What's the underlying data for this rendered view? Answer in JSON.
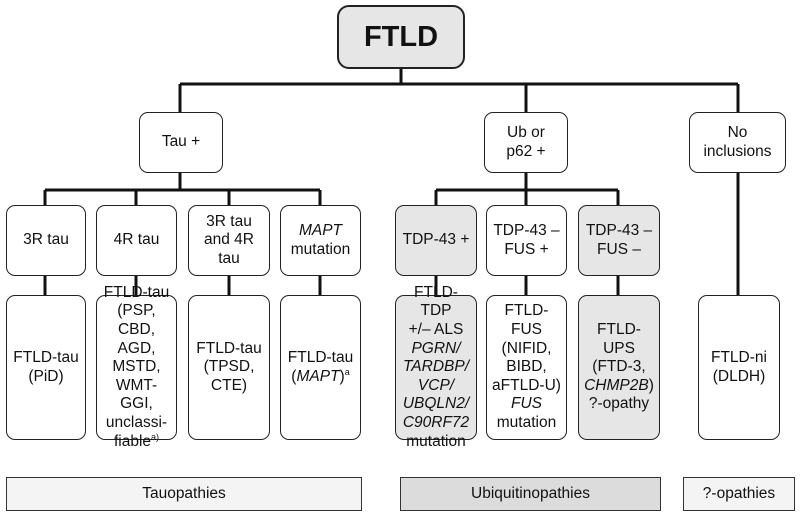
{
  "root": {
    "label": "FTLD"
  },
  "level1": {
    "tau": {
      "label": "Tau +"
    },
    "ub": {
      "lines": [
        "Ub or",
        "p62 +"
      ]
    },
    "none": {
      "lines": [
        "No",
        "inclusions"
      ]
    }
  },
  "level2": {
    "r3": {
      "label": "3R tau"
    },
    "r4": {
      "label": "4R tau"
    },
    "r34": {
      "lines": [
        "3R tau",
        "and 4R",
        "tau"
      ]
    },
    "mapt": {
      "line1": "MAPT",
      "line2": "mutation"
    },
    "tdp_pos": {
      "label": "TDP-43 +"
    },
    "fus_pos": {
      "lines": [
        "TDP-43 –",
        "FUS +"
      ]
    },
    "fus_neg": {
      "lines": [
        "TDP-43 –",
        "FUS –"
      ]
    }
  },
  "level3": {
    "pid": {
      "lines": [
        "FTLD-tau",
        "(PiD)"
      ]
    },
    "tau4r": {
      "lines": [
        "FTLD-tau",
        "(PSP, CBD,",
        "AGD,",
        "MSTD,",
        "WMT-GGI,",
        "unclassi-"
      ],
      "last": "fiable",
      "sup": "a)"
    },
    "tpsd": {
      "lines": [
        "FTLD-tau",
        "(TPSD,",
        "CTE)"
      ]
    },
    "mapt": {
      "line1": "FTLD-tau",
      "paren_open": "(",
      "gene": "MAPT",
      "paren_close": ")",
      "sup": "a"
    },
    "tdp": {
      "lines": [
        "FTLD-TDP",
        "+/– ALS"
      ],
      "genes": [
        "PGRN/",
        "TARDBP/",
        "VCP/",
        "UBQLN2/",
        "C90RF72"
      ],
      "last": "mutation"
    },
    "fus": {
      "lines": [
        "FTLD-FUS",
        "(NIFID,",
        "BIBD,",
        "aFTLD-U)"
      ],
      "gene": "FUS",
      "last": "mutation"
    },
    "ups": {
      "line1": "FTLD-UPS",
      "line2": "(FTD-3,",
      "gene": "CHMP2B",
      "close": ")",
      "last": "?-opathy"
    },
    "ni": {
      "lines": [
        "FTLD-ni",
        "(DLDH)"
      ]
    }
  },
  "groups": {
    "tauopathies": "Tauopathies",
    "ubiquitinopathies": "Ubiquitinopathies",
    "opathies": "?-opathies"
  },
  "colors": {
    "line": "#111111",
    "box_fill": "#ffffff",
    "grey_fill": "#e6e6e6"
  }
}
